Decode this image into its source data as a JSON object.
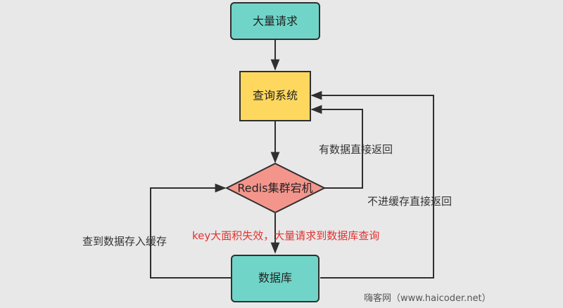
{
  "diagram": {
    "nodes": {
      "requests": {
        "label": "大量请求",
        "fill": "#70d5c8",
        "stroke": "#2f2f2f"
      },
      "query_system": {
        "label": "查询系统",
        "fill": "#fed85e",
        "stroke": "#2f2f2f"
      },
      "redis": {
        "label": "Redis集群宕机",
        "fill": "#f4958c",
        "stroke": "#2f2f2f"
      },
      "database": {
        "label": "数据库",
        "fill": "#70d5c8",
        "stroke": "#2f2f2f"
      }
    },
    "edge_labels": {
      "redis_hit": "有数据直接返回",
      "no_cache_return": "不进缓存直接返回",
      "write_back_cache": "查到数据存入缓存",
      "key_expire": "key大面积失效，大量请求到数据库查询"
    },
    "colors": {
      "line": "#2f2f2f",
      "warning": "#e0332f"
    }
  },
  "watermark": "嗨客网（www.haicoder.net）"
}
